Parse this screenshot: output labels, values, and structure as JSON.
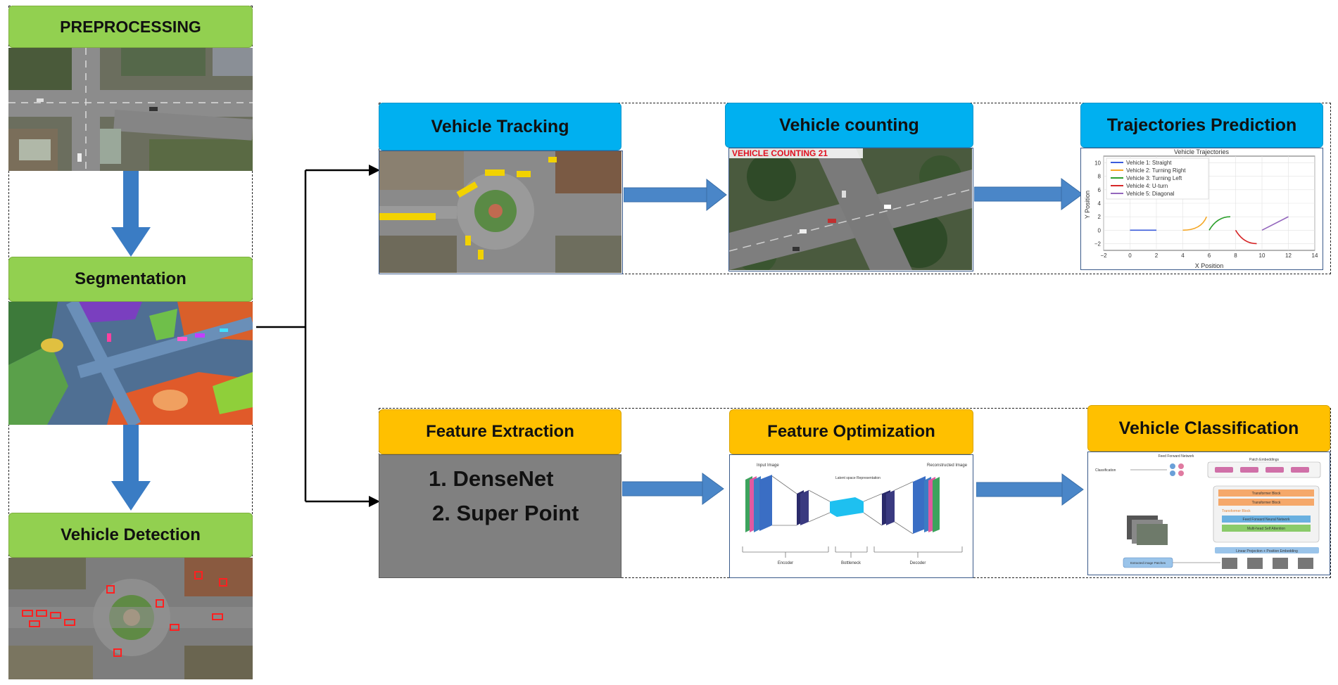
{
  "left_column": {
    "preprocessing": "PREPROCESSING",
    "segmentation": "Segmentation",
    "detection": "Vehicle Detection"
  },
  "top_row": {
    "tracking": "Vehicle Tracking",
    "counting": "Vehicle counting",
    "counting_overlay": "VEHICLE COUNTING 21",
    "prediction": "Trajectories Prediction",
    "trajectory_chart": {
      "title": "Vehicle Trajectories",
      "xlabel": "X Position",
      "ylabel": "Y Position",
      "xticks": [
        "−2",
        "0",
        "2",
        "4",
        "6",
        "8",
        "10",
        "12",
        "14"
      ],
      "yticks": [
        "10",
        "8",
        "6",
        "4",
        "2",
        "0",
        "−2"
      ],
      "legend": [
        {
          "label": "Vehicle 1: Straight",
          "color": "#3b5bdb"
        },
        {
          "label": "Vehicle 2: Turning Right",
          "color": "#f5a623"
        },
        {
          "label": "Vehicle 3: Turning Left",
          "color": "#2ca02c"
        },
        {
          "label": "Vehicle 4: U-turn",
          "color": "#d62728"
        },
        {
          "label": "Vehicle 5: Diagonal",
          "color": "#9467bd"
        }
      ]
    }
  },
  "bottom_row": {
    "extraction": "Feature Extraction",
    "extraction_items": [
      "1.  DenseNet",
      "2.  Super Point"
    ],
    "optimization": "Feature Optimization",
    "autoencoder": {
      "input_label": "Input Image",
      "latent_label": "Latent space Representation",
      "output_label": "Reconstructed Image",
      "encoder": "Encoder",
      "bottleneck": "Bottleneck",
      "decoder": "Decoder"
    },
    "classification": "Vehicle Classification",
    "vit": {
      "ffn": "Feed Forward Network",
      "patch": "Patch Embeddings",
      "classification": "Classification",
      "tb1": "Transformer Block",
      "tb2": "Transformer Block",
      "tb3": "Transformer Block",
      "ffnn": "Feed Forward Neural Network",
      "mhsa": "Multi-head Self Attention",
      "linear": "Linear Projection + Position Embedding",
      "extract": "Extracted image Patches"
    }
  },
  "colors": {
    "green": "#92d050",
    "blue": "#00b0f0",
    "gold": "#ffc000",
    "arrow": "#4a86c8"
  }
}
